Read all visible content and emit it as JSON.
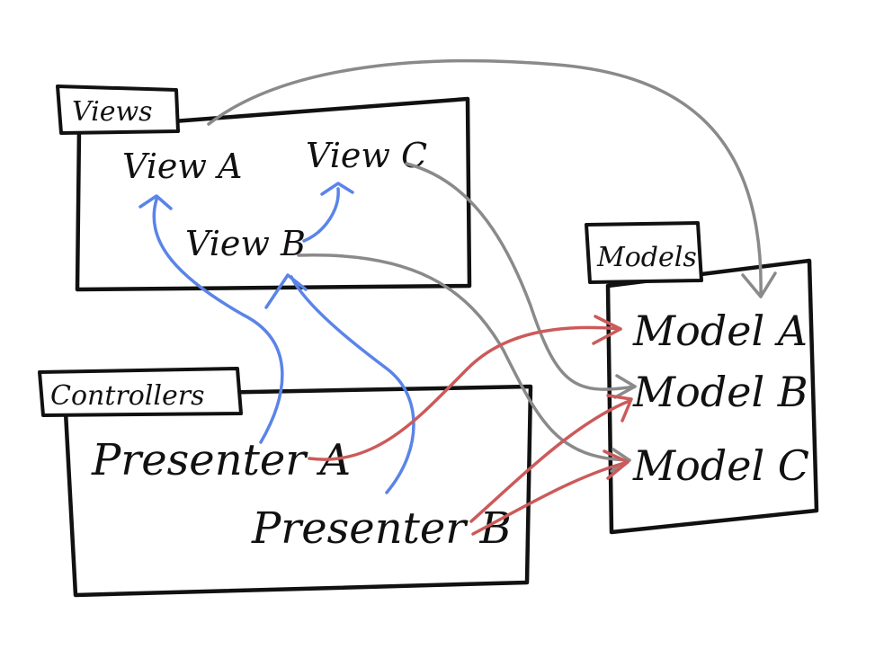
{
  "groups": {
    "views": "Views",
    "controllers": "Controllers",
    "models": "Models"
  },
  "nodes": {
    "view_a": "View A",
    "view_b": "View B",
    "view_c": "View C",
    "presenter_a": "Presenter A",
    "presenter_b": "Presenter B",
    "model_a": "Model A",
    "model_b": "Model B",
    "model_c": "Model C"
  },
  "colors": {
    "ink": "#111111",
    "presenter_to_view": "#5b84e8",
    "view_to_model": "#8a8a8a",
    "presenter_to_model": "#cc5a5a"
  }
}
